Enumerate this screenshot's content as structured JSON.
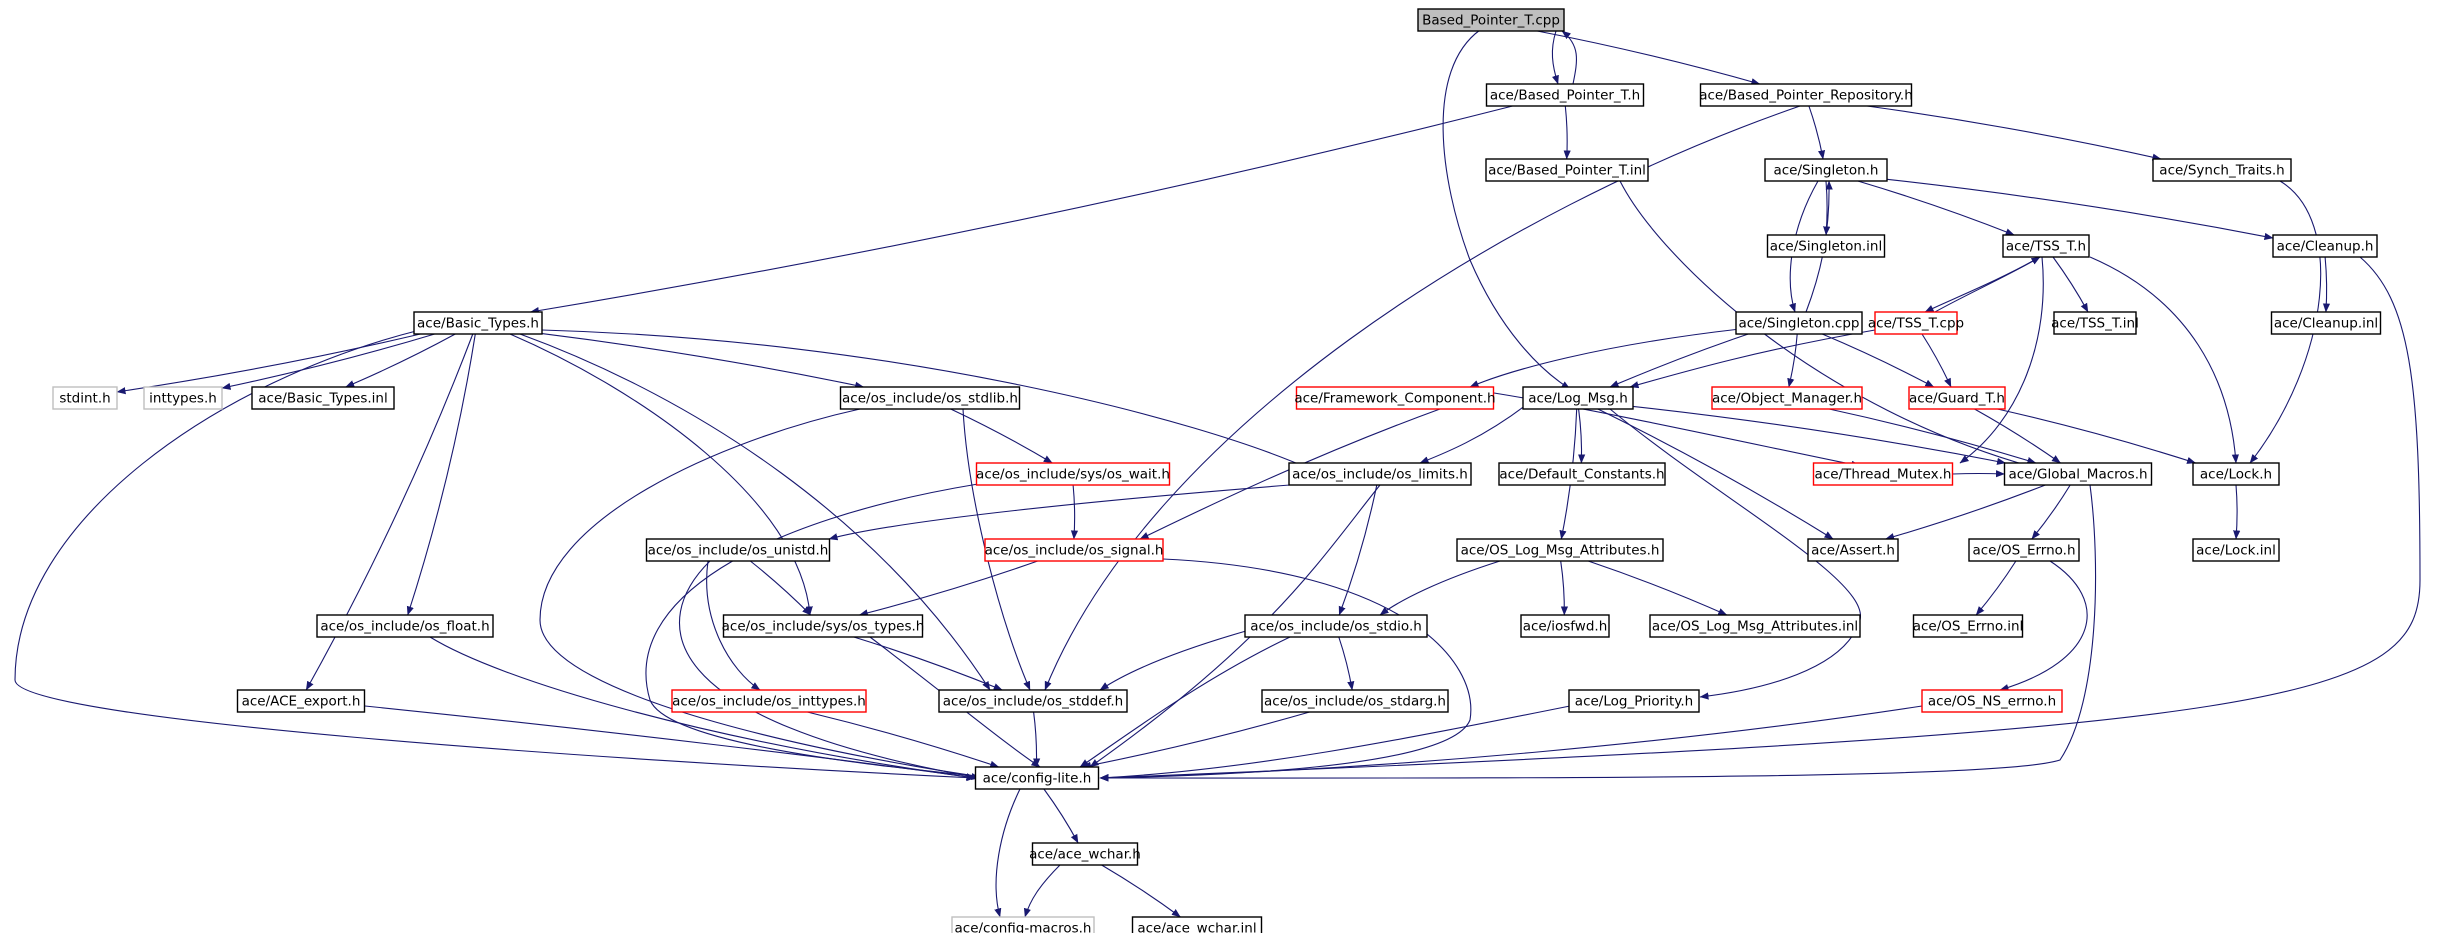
{
  "colors": {
    "edge": "#191970",
    "border_normal": "#000000",
    "border_truncated": "#ff0000",
    "border_external": "#bfbfbf",
    "fill_root": "#bfbfbf",
    "fill_default": "#ffffff"
  },
  "nodes": [
    {
      "id": "root",
      "label": "Based_Pointer_T.cpp",
      "kind": "root"
    },
    {
      "id": "bpth",
      "label": "ace/Based_Pointer_T.h",
      "kind": "normal"
    },
    {
      "id": "bprep",
      "label": "ace/Based_Pointer_Repository.h",
      "kind": "normal"
    },
    {
      "id": "bptinl",
      "label": "ace/Based_Pointer_T.inl",
      "kind": "normal"
    },
    {
      "id": "singh",
      "label": "ace/Singleton.h",
      "kind": "normal"
    },
    {
      "id": "synch",
      "label": "ace/Synch_Traits.h",
      "kind": "normal"
    },
    {
      "id": "singinl",
      "label": "ace/Singleton.inl",
      "kind": "normal"
    },
    {
      "id": "tssh",
      "label": "ace/TSS_T.h",
      "kind": "normal"
    },
    {
      "id": "cleanh",
      "label": "ace/Cleanup.h",
      "kind": "normal"
    },
    {
      "id": "basic",
      "label": "ace/Basic_Types.h",
      "kind": "normal"
    },
    {
      "id": "singcpp",
      "label": "ace/Singleton.cpp",
      "kind": "normal"
    },
    {
      "id": "tsscpp",
      "label": "ace/TSS_T.cpp",
      "kind": "truncated"
    },
    {
      "id": "tssinl",
      "label": "ace/TSS_T.inl",
      "kind": "normal"
    },
    {
      "id": "cleaninl",
      "label": "ace/Cleanup.inl",
      "kind": "normal"
    },
    {
      "id": "stdint",
      "label": "stdint.h",
      "kind": "external"
    },
    {
      "id": "inttypes",
      "label": "inttypes.h",
      "kind": "external"
    },
    {
      "id": "basicinl",
      "label": "ace/Basic_Types.inl",
      "kind": "normal"
    },
    {
      "id": "stdlib",
      "label": "ace/os_include/os_stdlib.h",
      "kind": "normal"
    },
    {
      "id": "framework",
      "label": "ace/Framework_Component.h",
      "kind": "truncated"
    },
    {
      "id": "logmsg",
      "label": "ace/Log_Msg.h",
      "kind": "normal"
    },
    {
      "id": "objmgr",
      "label": "ace/Object_Manager.h",
      "kind": "truncated"
    },
    {
      "id": "guard",
      "label": "ace/Guard_T.h",
      "kind": "truncated"
    },
    {
      "id": "oswait",
      "label": "ace/os_include/sys/os_wait.h",
      "kind": "truncated"
    },
    {
      "id": "limits",
      "label": "ace/os_include/os_limits.h",
      "kind": "normal"
    },
    {
      "id": "defconst",
      "label": "ace/Default_Constants.h",
      "kind": "normal"
    },
    {
      "id": "mutex",
      "label": "ace/Thread_Mutex.h",
      "kind": "truncated"
    },
    {
      "id": "globmac",
      "label": "ace/Global_Macros.h",
      "kind": "normal"
    },
    {
      "id": "lockh",
      "label": "ace/Lock.h",
      "kind": "normal"
    },
    {
      "id": "unistd",
      "label": "ace/os_include/os_unistd.h",
      "kind": "normal"
    },
    {
      "id": "signal",
      "label": "ace/os_include/os_signal.h",
      "kind": "truncated"
    },
    {
      "id": "oslogattr",
      "label": "ace/OS_Log_Msg_Attributes.h",
      "kind": "normal"
    },
    {
      "id": "assert",
      "label": "ace/Assert.h",
      "kind": "normal"
    },
    {
      "id": "oserrno",
      "label": "ace/OS_Errno.h",
      "kind": "normal"
    },
    {
      "id": "lockinl",
      "label": "ace/Lock.inl",
      "kind": "normal"
    },
    {
      "id": "osfloat",
      "label": "ace/os_include/os_float.h",
      "kind": "normal"
    },
    {
      "id": "systypes",
      "label": "ace/os_include/sys/os_types.h",
      "kind": "normal"
    },
    {
      "id": "stdio",
      "label": "ace/os_include/os_stdio.h",
      "kind": "normal"
    },
    {
      "id": "iosfwd",
      "label": "ace/iosfwd.h",
      "kind": "normal"
    },
    {
      "id": "oslogattrinl",
      "label": "ace/OS_Log_Msg_Attributes.inl",
      "kind": "normal"
    },
    {
      "id": "oserrnoinl",
      "label": "ace/OS_Errno.inl",
      "kind": "normal"
    },
    {
      "id": "aceexport",
      "label": "ace/ACE_export.h",
      "kind": "normal"
    },
    {
      "id": "osinttypes",
      "label": "ace/os_include/os_inttypes.h",
      "kind": "truncated"
    },
    {
      "id": "stddef",
      "label": "ace/os_include/os_stddef.h",
      "kind": "normal"
    },
    {
      "id": "stdarg",
      "label": "ace/os_include/os_stdarg.h",
      "kind": "normal"
    },
    {
      "id": "logprio",
      "label": "ace/Log_Priority.h",
      "kind": "normal"
    },
    {
      "id": "osnserrno",
      "label": "ace/OS_NS_errno.h",
      "kind": "truncated"
    },
    {
      "id": "configlite",
      "label": "ace/config-lite.h",
      "kind": "normal"
    },
    {
      "id": "acewchar",
      "label": "ace/ace_wchar.h",
      "kind": "normal"
    },
    {
      "id": "configmacros",
      "label": "ace/config-macros.h",
      "kind": "external"
    },
    {
      "id": "acewcharinl",
      "label": "ace/ace_wchar.inl",
      "kind": "normal"
    }
  ],
  "edges": [
    [
      "root",
      "bpth"
    ],
    [
      "root",
      "bprep"
    ],
    [
      "root",
      "logmsg"
    ],
    [
      "bpth",
      "root"
    ],
    [
      "bpth",
      "bptinl"
    ],
    [
      "bpth",
      "basic"
    ],
    [
      "bprep",
      "singh"
    ],
    [
      "bprep",
      "synch"
    ],
    [
      "bprep",
      "stddef"
    ],
    [
      "bptinl",
      "globmac"
    ],
    [
      "singh",
      "singinl"
    ],
    [
      "singh",
      "tssh"
    ],
    [
      "singh",
      "cleanh"
    ],
    [
      "singh",
      "singcpp"
    ],
    [
      "singcpp",
      "singh"
    ],
    [
      "singcpp",
      "framework"
    ],
    [
      "singcpp",
      "logmsg"
    ],
    [
      "singcpp",
      "objmgr"
    ],
    [
      "singcpp",
      "guard"
    ],
    [
      "synch",
      "lockh"
    ],
    [
      "tssh",
      "tsscpp"
    ],
    [
      "tssh",
      "tssinl"
    ],
    [
      "tssh",
      "lockh"
    ],
    [
      "tssh",
      "mutex"
    ],
    [
      "tsscpp",
      "tssh"
    ],
    [
      "tsscpp",
      "guard"
    ],
    [
      "tsscpp",
      "logmsg"
    ],
    [
      "cleanh",
      "cleaninl"
    ],
    [
      "cleanh",
      "configlite"
    ],
    [
      "basic",
      "stdint"
    ],
    [
      "basic",
      "inttypes"
    ],
    [
      "basic",
      "basicinl"
    ],
    [
      "basic",
      "stdlib"
    ],
    [
      "basic",
      "limits"
    ],
    [
      "basic",
      "systypes"
    ],
    [
      "basic",
      "stddef"
    ],
    [
      "basic",
      "osfloat"
    ],
    [
      "basic",
      "aceexport"
    ],
    [
      "basic",
      "configlite"
    ],
    [
      "stdlib",
      "oswait"
    ],
    [
      "stdlib",
      "stddef"
    ],
    [
      "stdlib",
      "configlite"
    ],
    [
      "oswait",
      "signal"
    ],
    [
      "oswait",
      "configlite"
    ],
    [
      "framework",
      "signal"
    ],
    [
      "framework",
      "mutex"
    ],
    [
      "logmsg",
      "defconst"
    ],
    [
      "logmsg",
      "limits"
    ],
    [
      "logmsg",
      "globmac"
    ],
    [
      "logmsg",
      "oslogattr"
    ],
    [
      "logmsg",
      "assert"
    ],
    [
      "logmsg",
      "logprio"
    ],
    [
      "objmgr",
      "globmac"
    ],
    [
      "guard",
      "globmac"
    ],
    [
      "guard",
      "lockh"
    ],
    [
      "mutex",
      "globmac"
    ],
    [
      "globmac",
      "assert"
    ],
    [
      "globmac",
      "oserrno"
    ],
    [
      "globmac",
      "configlite"
    ],
    [
      "lockh",
      "lockinl"
    ],
    [
      "limits",
      "unistd"
    ],
    [
      "limits",
      "stdio"
    ],
    [
      "limits",
      "configlite"
    ],
    [
      "unistd",
      "systypes"
    ],
    [
      "unistd",
      "osinttypes"
    ],
    [
      "unistd",
      "configlite"
    ],
    [
      "signal",
      "systypes"
    ],
    [
      "signal",
      "configlite"
    ],
    [
      "oslogattr",
      "iosfwd"
    ],
    [
      "oslogattr",
      "oslogattrinl"
    ],
    [
      "oslogattr",
      "stdio"
    ],
    [
      "oserrno",
      "oserrnoinl"
    ],
    [
      "oserrno",
      "osnserrno"
    ],
    [
      "osnserrno",
      "configlite"
    ],
    [
      "osfloat",
      "configlite"
    ],
    [
      "systypes",
      "stddef"
    ],
    [
      "systypes",
      "configlite"
    ],
    [
      "stdio",
      "stddef"
    ],
    [
      "stdio",
      "stdarg"
    ],
    [
      "stdio",
      "configlite"
    ],
    [
      "aceexport",
      "configlite"
    ],
    [
      "osinttypes",
      "configlite"
    ],
    [
      "stddef",
      "configlite"
    ],
    [
      "stdarg",
      "configlite"
    ],
    [
      "logprio",
      "configlite"
    ],
    [
      "configlite",
      "acewchar"
    ],
    [
      "configlite",
      "configmacros"
    ],
    [
      "acewchar",
      "configmacros"
    ],
    [
      "acewchar",
      "acewcharinl"
    ]
  ]
}
